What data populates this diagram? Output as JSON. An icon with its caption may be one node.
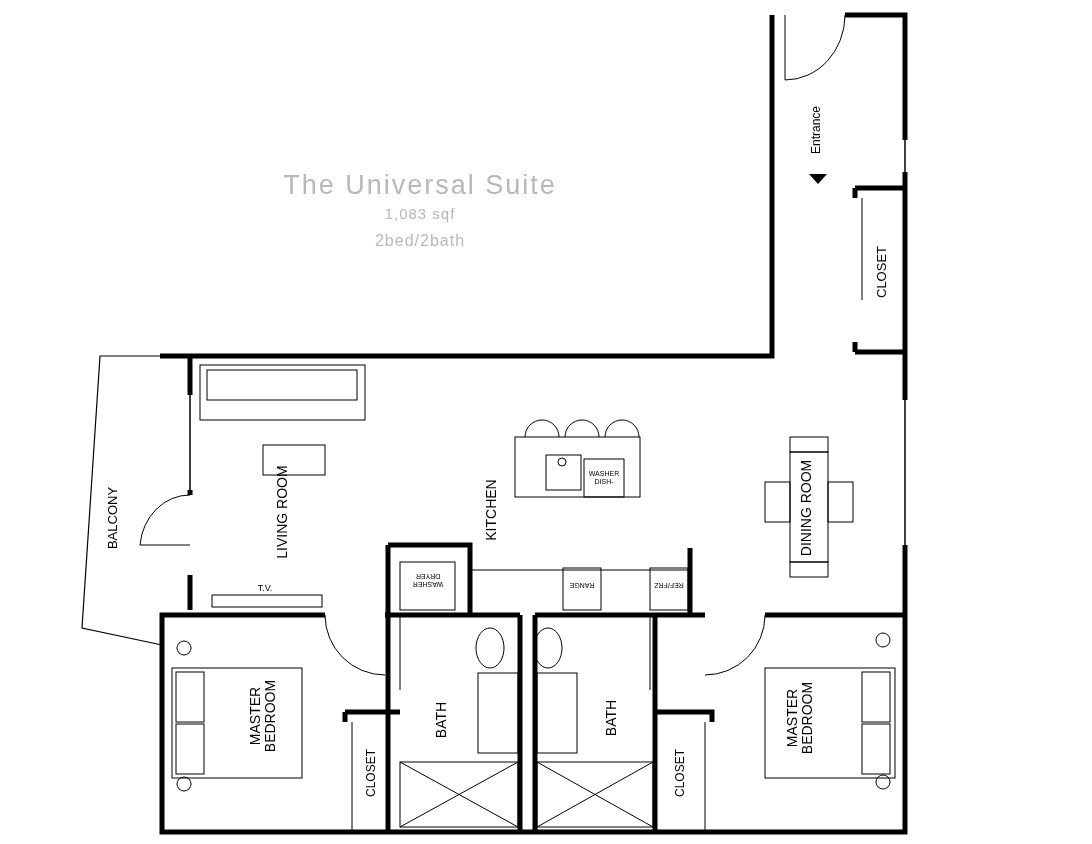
{
  "diagram": {
    "title": "The Universal Suite",
    "labels": [
      "1,083 sqf",
      "2bed/2bath",
      "Entrance",
      "CLOSET",
      "BALCONY",
      "LIVING ROOM",
      "KITCHEN",
      "WASHER DISH-",
      "DINING ROOM",
      "WASHER DRYER",
      "RANGE",
      "REF/FRZ",
      "T.V.",
      "MASTER BEDROOM",
      "BATH",
      "BATH",
      "MASTER BEDROOM",
      "CLOSET",
      "CLOSET"
    ]
  }
}
